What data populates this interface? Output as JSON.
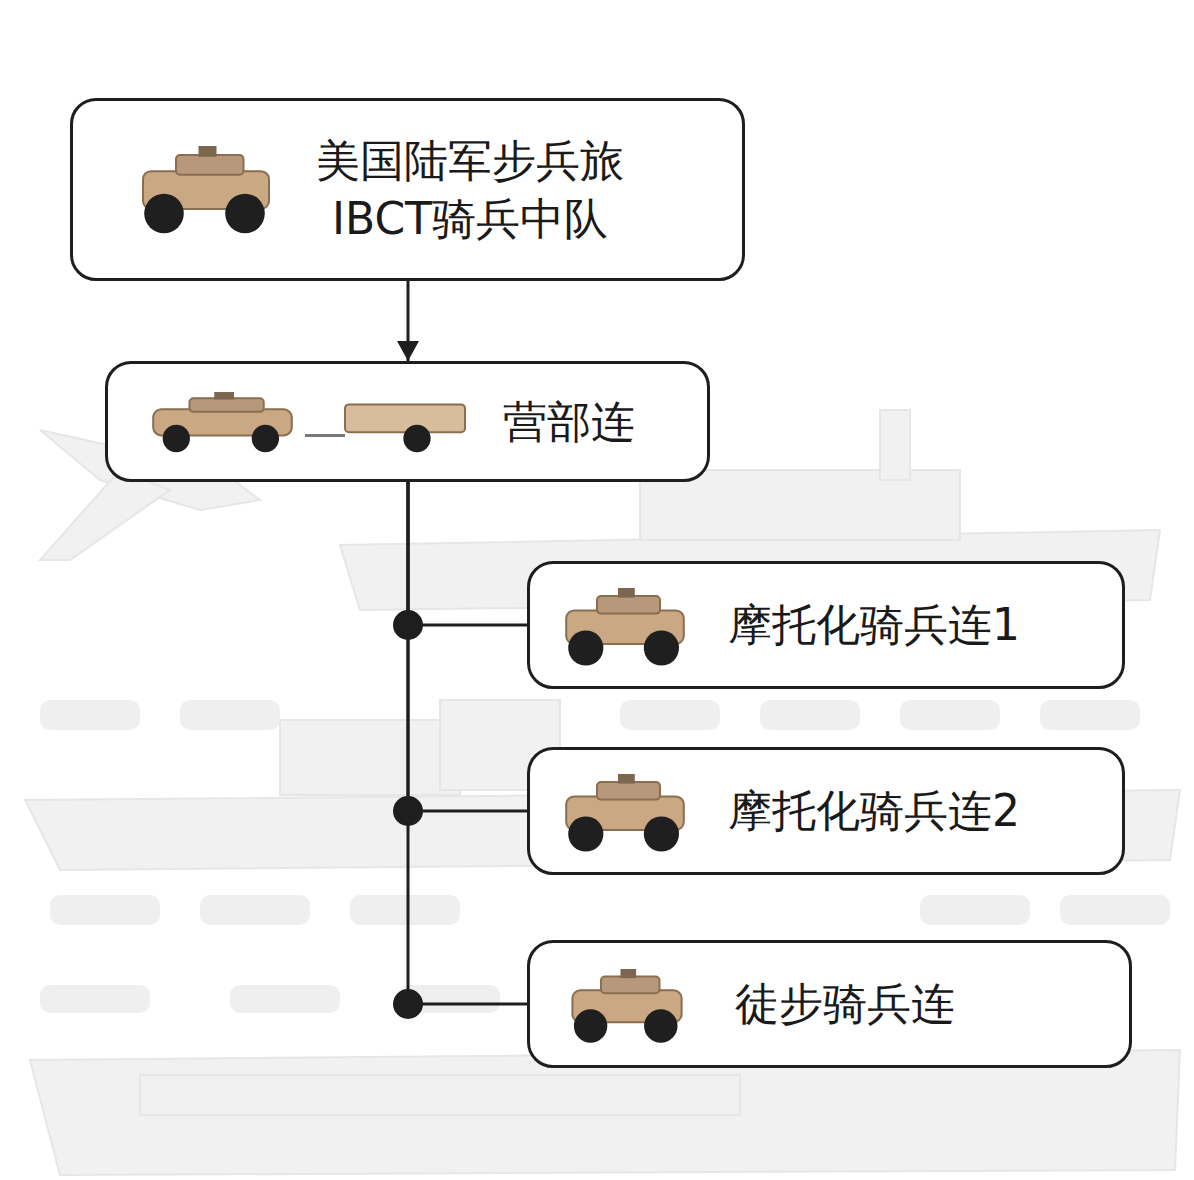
{
  "diagram": {
    "nodes": [
      {
        "text": [
          "美国陆军步兵旅 IBCT骑兵中队"
        ]
      },
      {
        "text": [
          "营部连"
        ]
      },
      {
        "text": [
          "摩托化骑兵连1"
        ]
      },
      {
        "text": [
          "摩托化骑兵连2"
        ]
      },
      {
        "text": [
          "徒步骑兵连"
        ]
      }
    ],
    "edges": [
      {
        "from": 0,
        "to": 1,
        "arrow": "to"
      },
      {
        "from": 1,
        "to": 2,
        "arrow": "none"
      },
      {
        "from": 1,
        "to": 3,
        "arrow": "none"
      },
      {
        "from": 1,
        "to": 4,
        "arrow": "none"
      }
    ]
  }
}
